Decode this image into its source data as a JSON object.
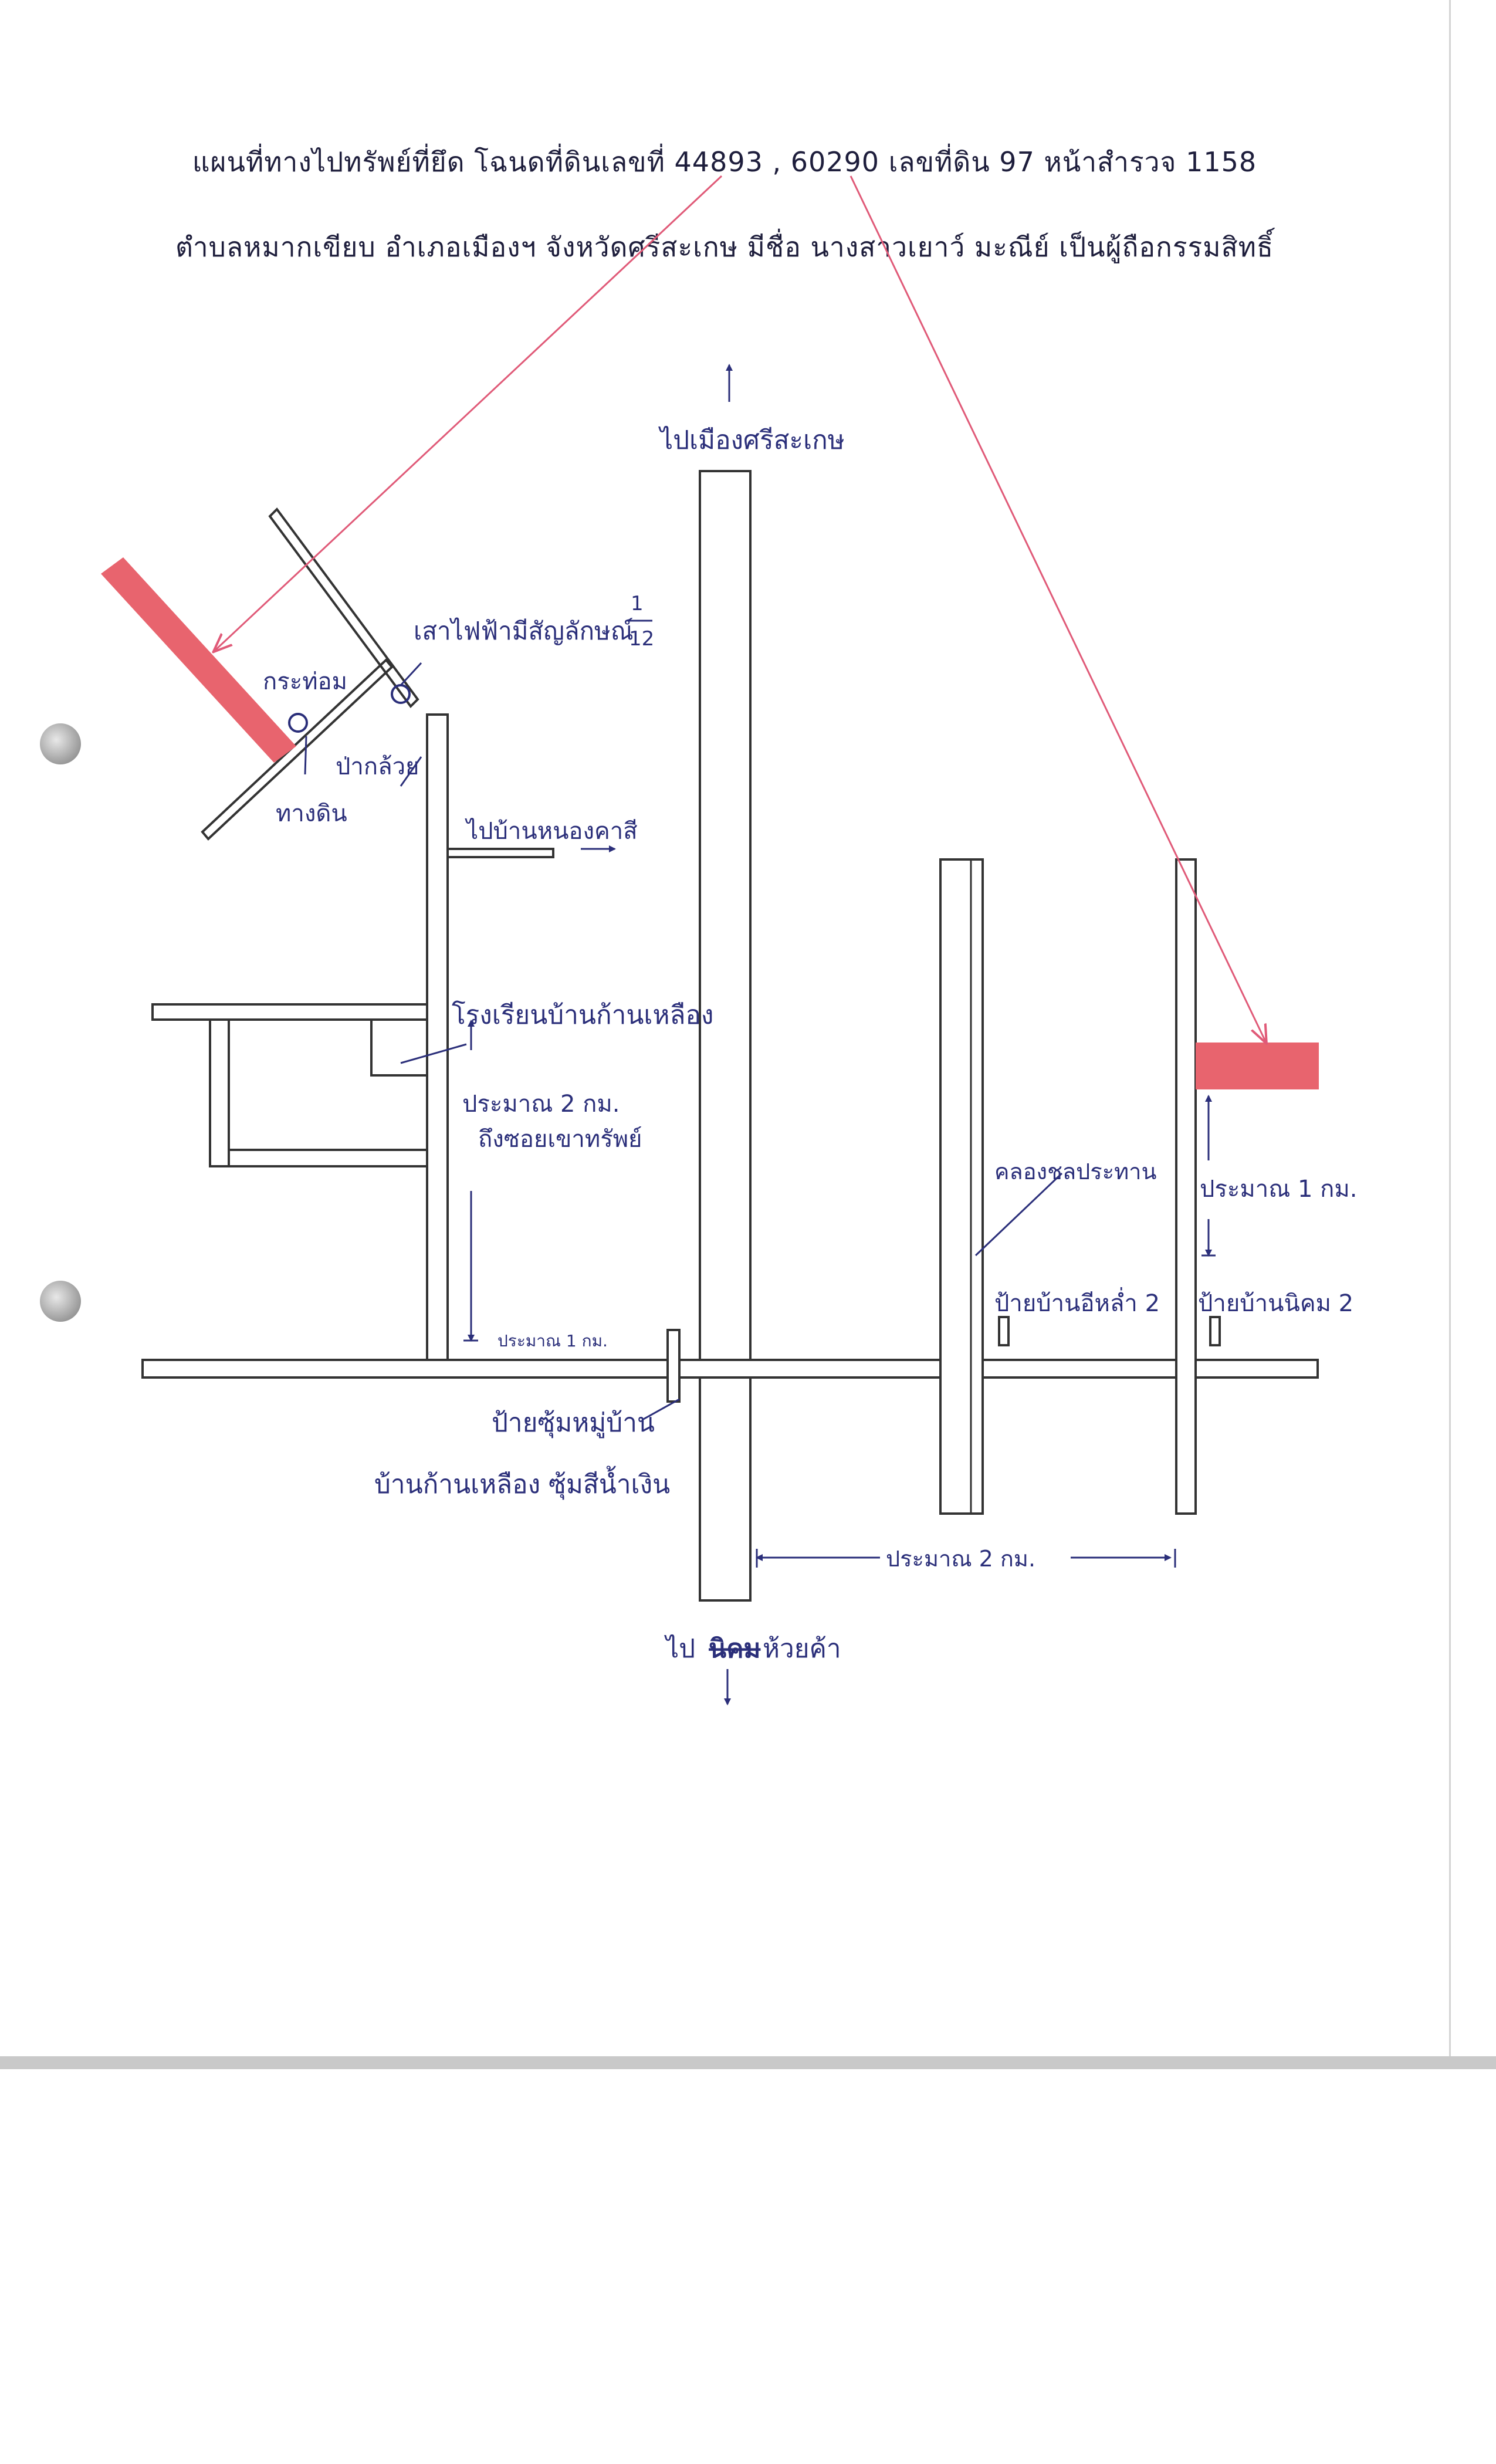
{
  "header": {
    "line1": "แผนที่ทางไปทรัพย์ที่ยึด โฉนดที่ดินเลขที่ 44893 , 60290 เลขที่ดิน 97 หน้าสำรวจ 1158",
    "line2": "ตำบลหมากเขียบ อำเภอเมืองฯ จังหวัดศรีสะเกษ มีชื่อ นางสาวเยาว์ มะณีย์ เป็นผู้ถือกรรมสิทธิ์"
  },
  "labels": {
    "to_sisaket": "ไปเมืองศรีสะเกษ",
    "electric_pole": "เสาไฟฟ้ามีสัญลักษณ์",
    "pole_num": "1",
    "pole_den": "12",
    "krathom": "กระท่อม",
    "banana_grove": "ป่ากล้วย",
    "dirt_road": "ทางดิน",
    "to_nong_kha_si": "ไปบ้านหนองคาสี",
    "school": "โรงเรียนบ้านก้านเหลือง",
    "approx_2km_a": "ประมาณ 2 กม.",
    "to_soi": "ถึงซอยเขาทรัพย์",
    "canal": "คลองชลประทาน",
    "approx_1km_right": "ประมาณ 1 กม.",
    "sign_e_la": "ป้ายบ้านอีหล่ำ 2",
    "sign_nikhom": "ป้ายบ้านนิคม 2",
    "approx_1km_bottom": "ประมาณ 1 กม.",
    "village_sign": "ป้ายซุ้มหมู่บ้าน",
    "village_name": "บ้านก้านเหลือง ซุ้มสีน้ำเงิน",
    "approx_2km_b": "ประมาณ 2 กม.",
    "to_huai_kha_prefix": "ไป",
    "to_huai_kha_strike": "นิคม",
    "to_huai_kha": "ห้วยค้า"
  },
  "colors": {
    "ink": "#2b2f7a",
    "line": "#333333",
    "arrow": "#e05a78",
    "parcel": "#e8646e"
  }
}
